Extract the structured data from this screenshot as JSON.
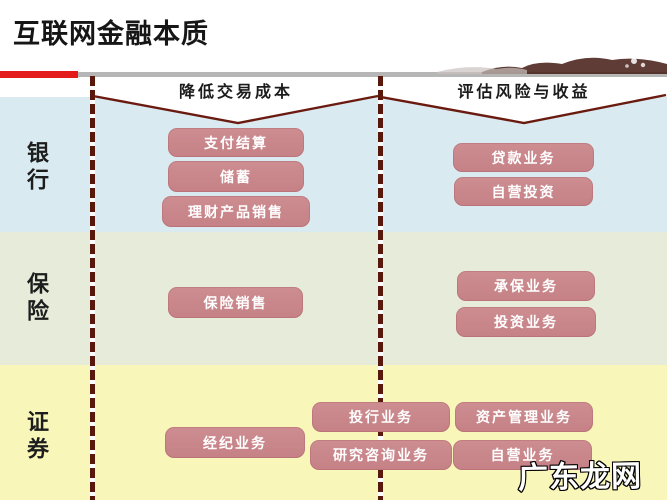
{
  "slide": {
    "title": "互联网金融本质",
    "watermark": "广东龙网"
  },
  "header": {
    "columns": [
      {
        "label": "降低交易成本"
      },
      {
        "label": "评估风险与收益"
      }
    ]
  },
  "rows": [
    {
      "label": "银行"
    },
    {
      "label": "保险"
    },
    {
      "label": "证券"
    }
  ],
  "boxes": [
    {
      "label": "支付结算",
      "row": "银行",
      "column": "降低交易成本"
    },
    {
      "label": "储蓄",
      "row": "银行",
      "column": "降低交易成本"
    },
    {
      "label": "理财产品销售",
      "row": "银行",
      "column": "降低交易成本"
    },
    {
      "label": "贷款业务",
      "row": "银行",
      "column": "评估风险与收益"
    },
    {
      "label": "自营投资",
      "row": "银行",
      "column": "评估风险与收益"
    },
    {
      "label": "保险销售",
      "row": "保险",
      "column": "降低交易成本"
    },
    {
      "label": "承保业务",
      "row": "保险",
      "column": "评估风险与收益"
    },
    {
      "label": "投资业务",
      "row": "保险",
      "column": "评估风险与收益"
    },
    {
      "label": "经纪业务",
      "row": "证券",
      "column": "降低交易成本"
    },
    {
      "label": "投行业务",
      "row": "证券",
      "column": "降低交易成本/评估风险与收益"
    },
    {
      "label": "研究咨询业务",
      "row": "证券",
      "column": "降低交易成本/评估风险与收益"
    },
    {
      "label": "资产管理业务",
      "row": "证券",
      "column": "评估风险与收益"
    },
    {
      "label": "自营业务",
      "row": "证券",
      "column": "评估风险与收益"
    }
  ],
  "colors": {
    "box_fill": "#c9878b",
    "box_text": "#ffffff",
    "bank_row_bg": "#d9eaf1",
    "insurance_row_bg": "#e7ecda",
    "securities_row_bg": "#f9f6ba",
    "dashed_line": "#58180c",
    "brace_line": "#6b1a10",
    "accent_red_bar": "#e31b1b",
    "gray_bar": "#b6b6b6"
  }
}
